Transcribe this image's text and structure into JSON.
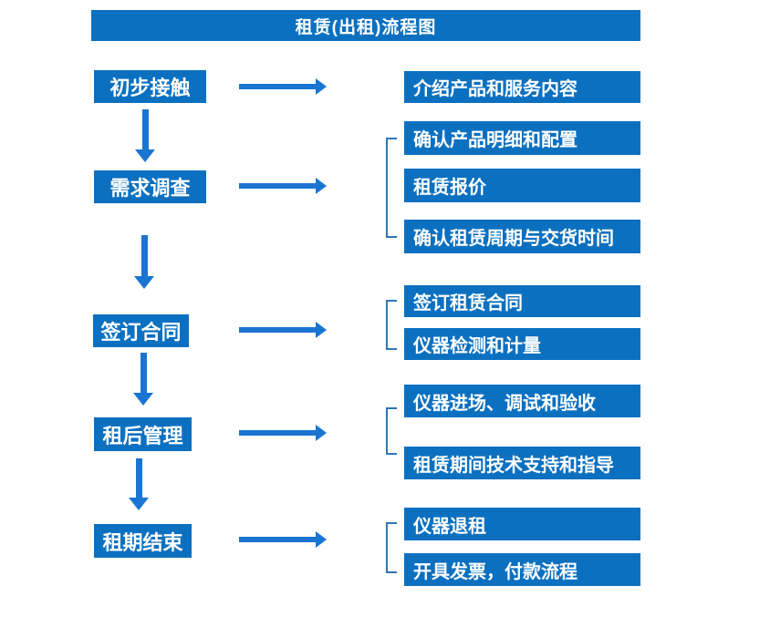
{
  "title": "租赁(出租)流程图",
  "colors": {
    "box_blue": "#0b70c0",
    "arrow_blue": "#1a75d2",
    "bracket_blue": "#2e75b6",
    "text": "#ffffff",
    "background": "#ffffff"
  },
  "steps": [
    {
      "label": "初步接触"
    },
    {
      "label": "需求调查"
    },
    {
      "label": "签订合同"
    },
    {
      "label": "租后管理"
    },
    {
      "label": "租期结束"
    }
  ],
  "details": [
    {
      "items": [
        "介绍产品和服务内容"
      ]
    },
    {
      "items": [
        "确认产品明细和配置",
        "租赁报价",
        "确认租赁周期与交货时间"
      ]
    },
    {
      "items": [
        "签订租赁合同",
        "仪器检测和计量"
      ]
    },
    {
      "items": [
        "仪器进场、调试和验收",
        "租赁期间技术支持和指导"
      ]
    },
    {
      "items": [
        "仪器退租",
        "开具发票，付款流程"
      ]
    }
  ]
}
